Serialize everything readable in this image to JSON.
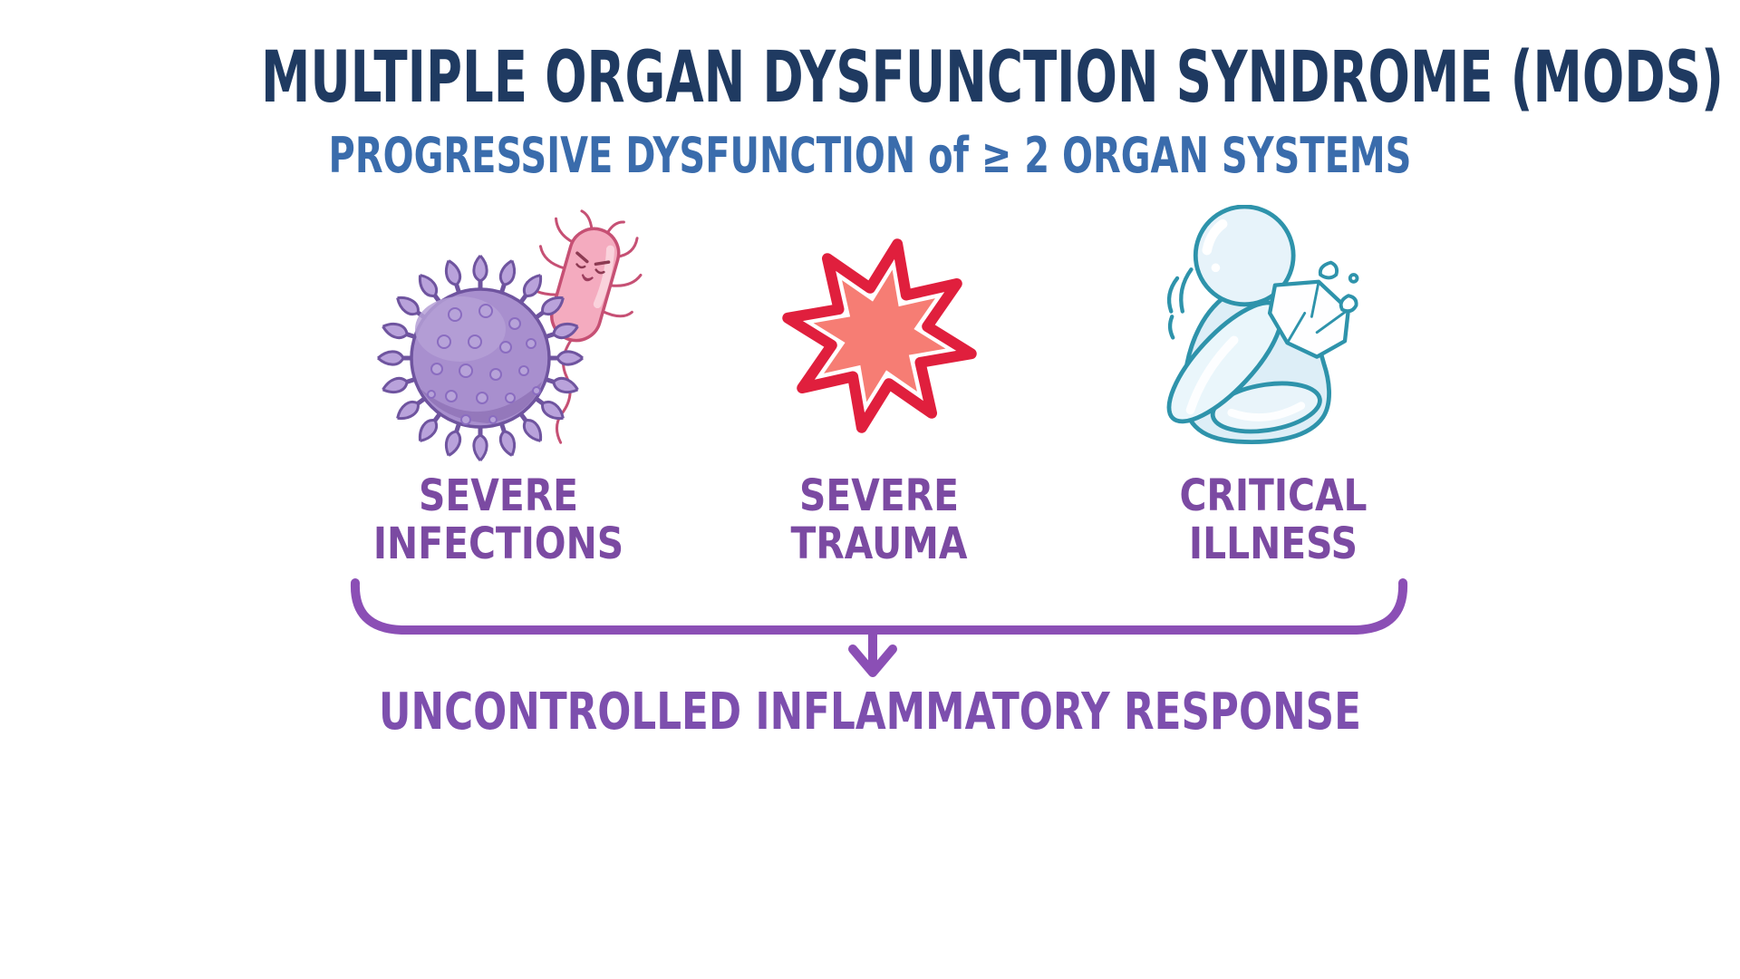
{
  "page": {
    "title": "MULTIPLE ORGAN DYSFUNCTION SYNDROME (MODS)",
    "subtitle": "PROGRESSIVE DYSFUNCTION of ≥ 2 ORGAN SYSTEMS"
  },
  "causes": [
    {
      "line1": "SEVERE",
      "line2": "INFECTIONS",
      "icon": "virus-and-bacterium-icon"
    },
    {
      "line1": "SEVERE",
      "line2": "TRAUMA",
      "icon": "starburst-icon"
    },
    {
      "line1": "CRITICAL",
      "line2": "ILLNESS",
      "icon": "sick-person-icon"
    }
  ],
  "result_label": "UNCONTROLLED INFLAMMATORY RESPONSE",
  "colors": {
    "title-navy": "#1f3a61",
    "subtitle-blue": "#3a6cac",
    "label-purple": "#7b4aa2",
    "result-purple": "#7d4fae",
    "brace-purple": "#8b4fb5",
    "star-red": "#e01f3d",
    "star-fill": "#f67d74",
    "virus-purple": "#a88fce",
    "bacterium-pink": "#f4abbf",
    "person-teal": "#2e93ab"
  }
}
